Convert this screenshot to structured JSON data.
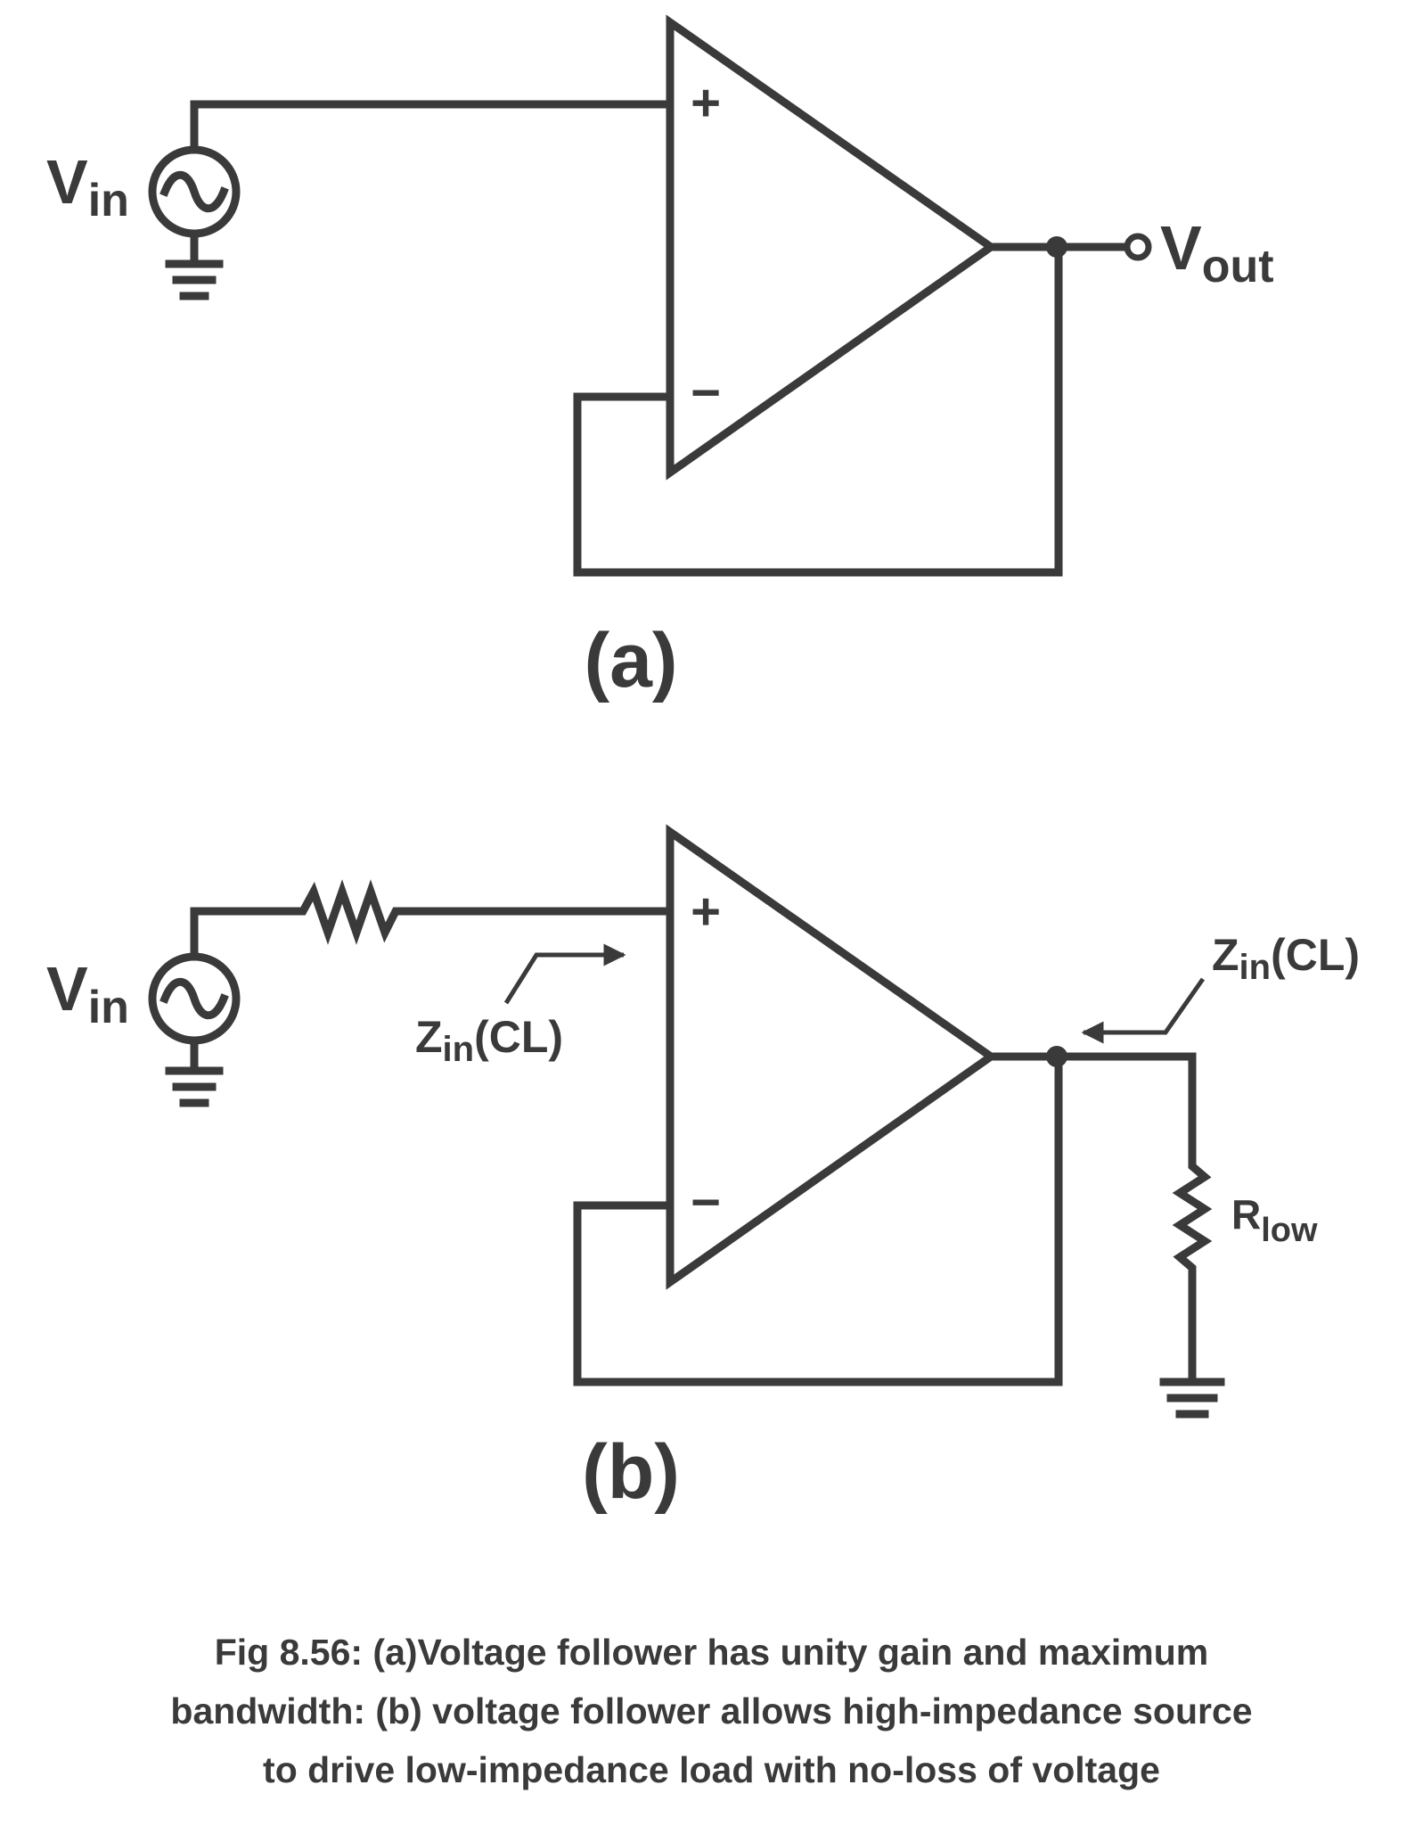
{
  "panel_a": {
    "source_label": "V",
    "source_sub": "in",
    "plus": "+",
    "minus": "−",
    "output_label": "V",
    "output_sub": "out",
    "tag": "(a)"
  },
  "panel_b": {
    "source_label": "V",
    "source_sub": "in",
    "plus": "+",
    "minus": "−",
    "zin_left_main": "Z",
    "zin_left_sub": "in",
    "zin_left_tail": "(CL)",
    "zin_right_main": "Z",
    "zin_right_sub": "in",
    "zin_right_tail": "(CL)",
    "load_label": "R",
    "load_sub": "low",
    "tag": "(b)"
  },
  "caption": {
    "line1": "Fig 8.56: (a)Voltage follower has unity gain and maximum",
    "line2": "bandwidth: (b) voltage follower allows high-impedance source",
    "line3": "to drive low-impedance load with no-loss of voltage"
  },
  "colors": {
    "ink": "#3a3a3a",
    "background": "#ffffff"
  }
}
